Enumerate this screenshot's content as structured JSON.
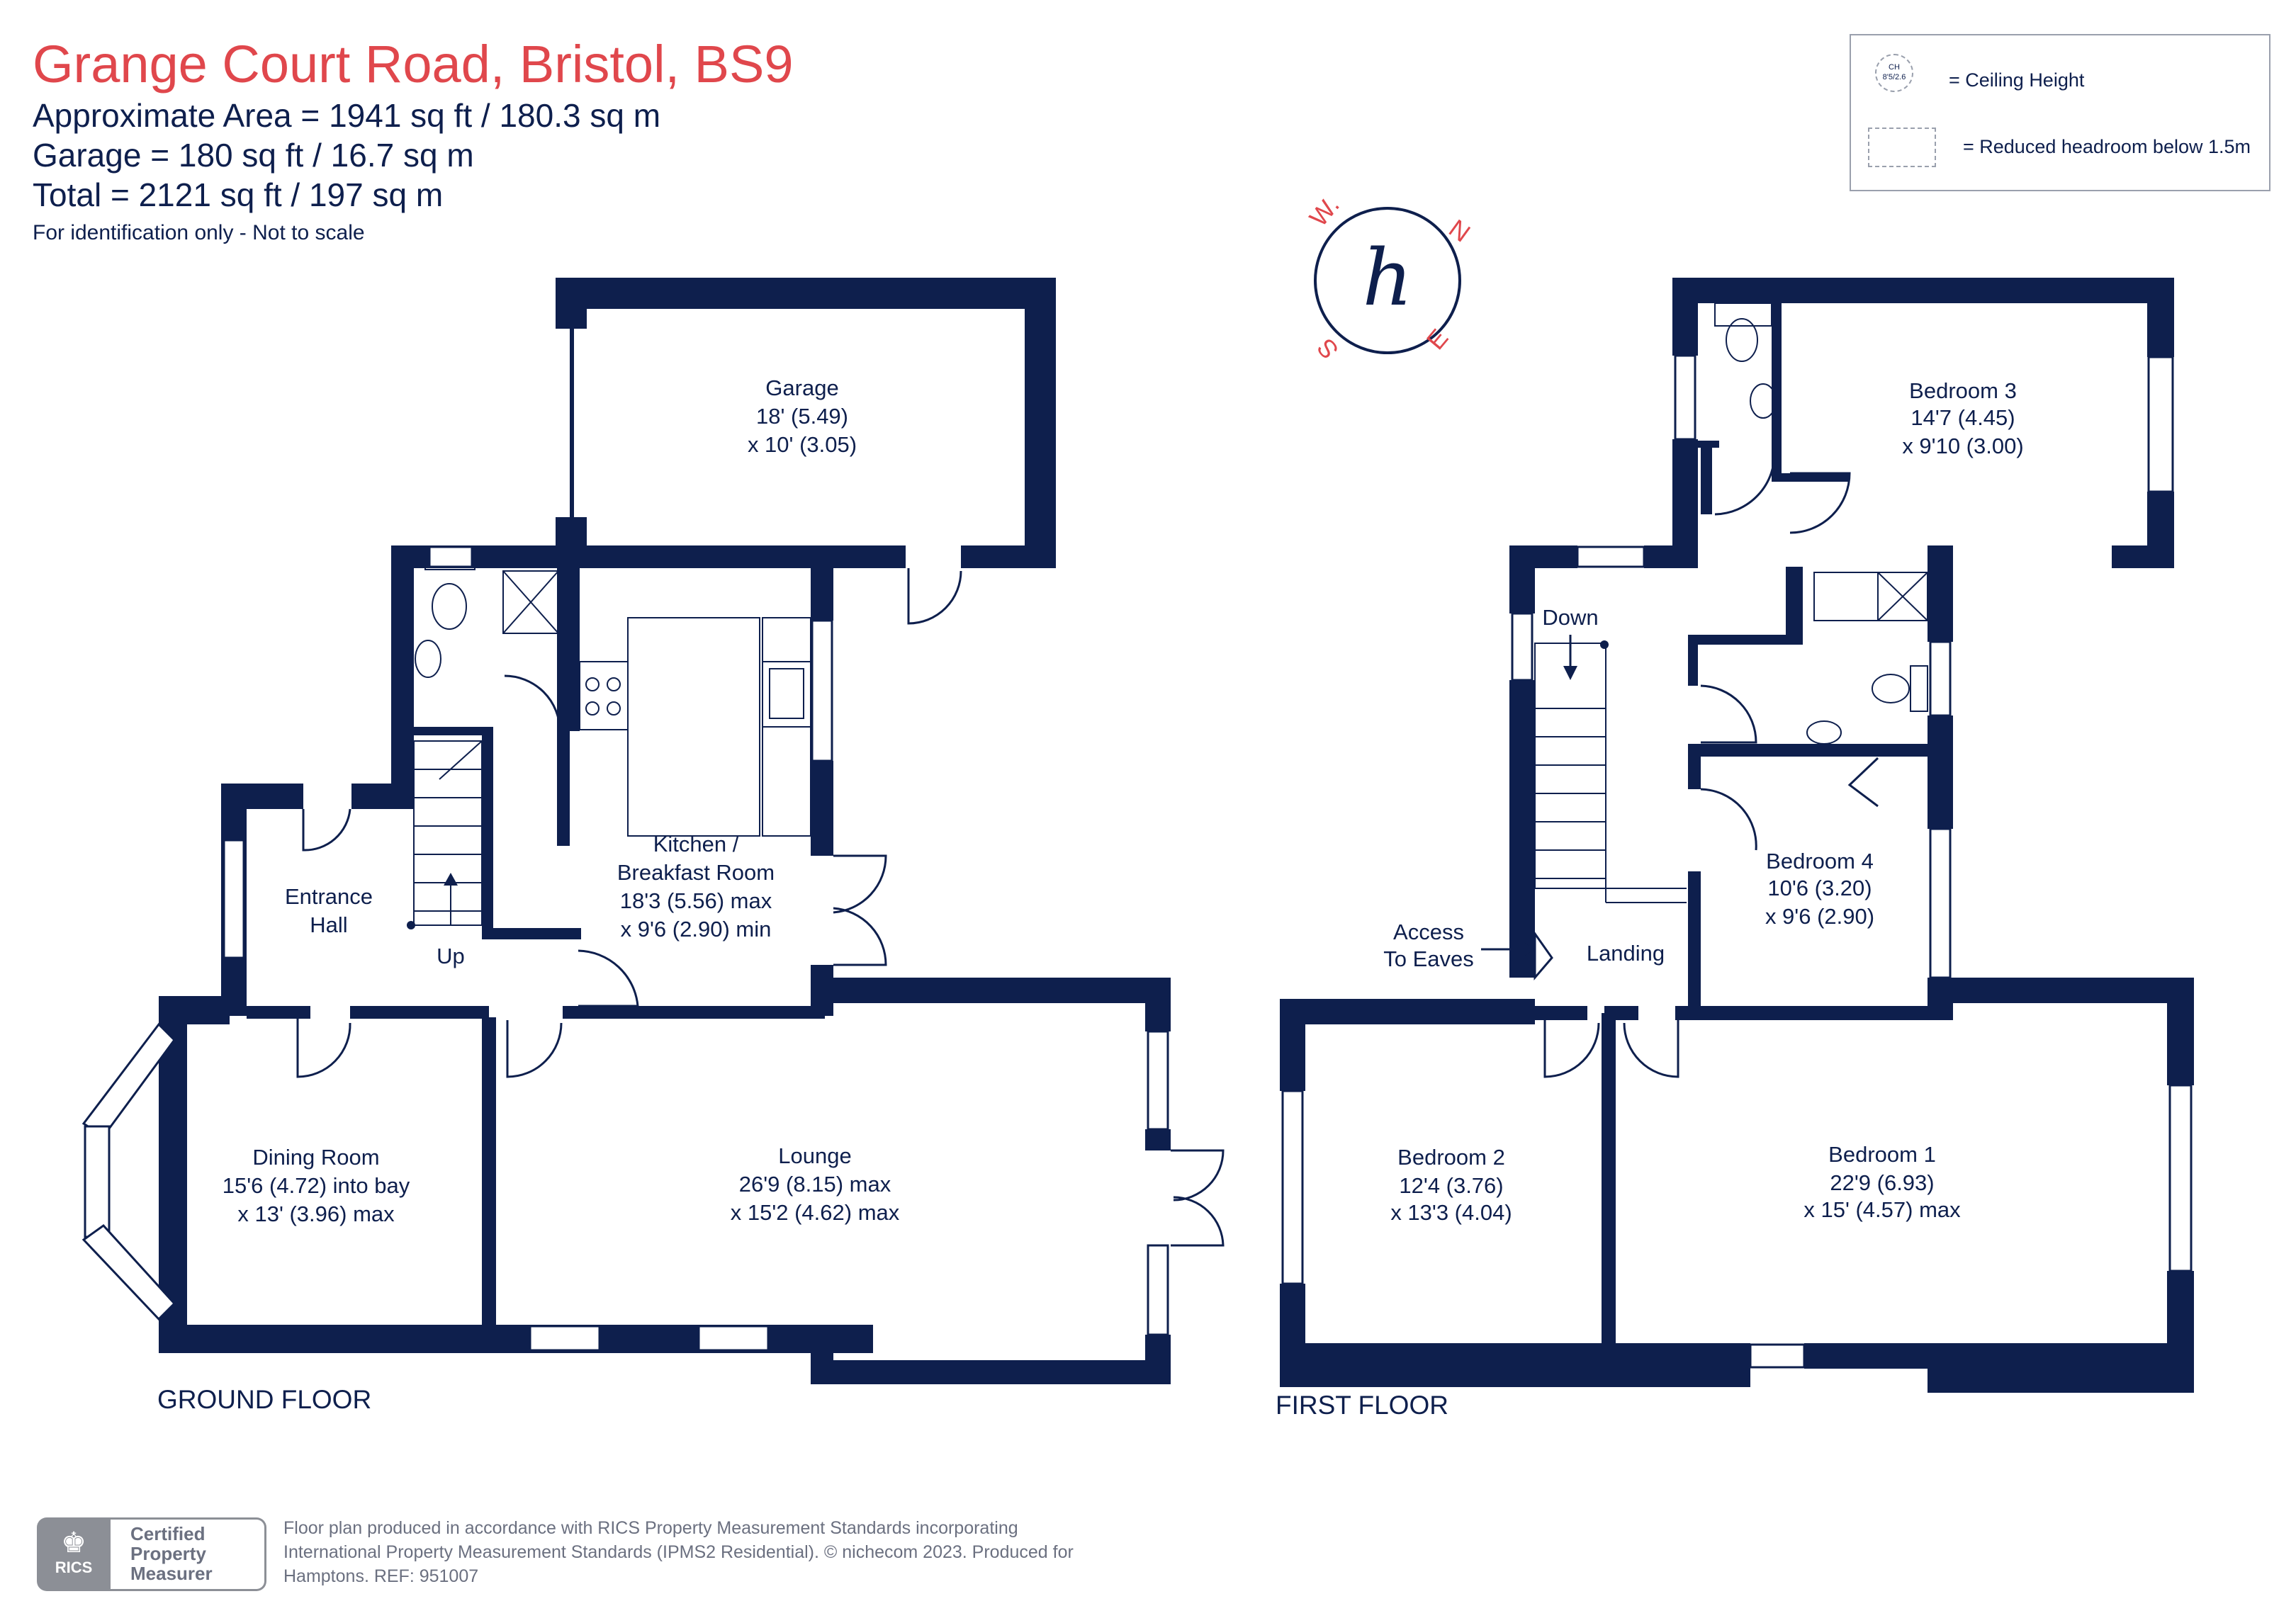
{
  "header": {
    "title": "Grange Court Road, Bristol, BS9",
    "area_line": "Approximate Area = 1941  sq ft / 180.3  sq m",
    "garage_line": "Garage = 180 sq ft / 16.7  sq m",
    "total_line": "Total = 2121 sq ft / 197 sq m",
    "note": "For identification only - Not to scale"
  },
  "legend": {
    "circle_ch": "CH",
    "circle_value": "8'5/2.6",
    "ceiling_label": "= Ceiling Height",
    "headroom_label": "= Reduced headroom below 1.5m"
  },
  "compass": {
    "n": "N",
    "e": "E",
    "s": "S",
    "w": "W.",
    "logo_letter": "h"
  },
  "colors": {
    "wall": "#0e1f4d",
    "title_red": "#e0474c",
    "compass_red": "#e0474c",
    "footer_gray": "#6b7080"
  },
  "ground_floor": {
    "label": "GROUND FLOOR",
    "rooms": {
      "garage": {
        "name": "Garage",
        "dim1": "18' (5.49)",
        "dim2": "x 10' (3.05)"
      },
      "kitchen": {
        "name": "Kitchen /",
        "name2": "Breakfast Room",
        "dim1": "18'3 (5.56) max",
        "dim2": "x 9'6 (2.90) min"
      },
      "entrance": {
        "name": "Entrance",
        "name2": "Hall"
      },
      "stairs_up": "Up",
      "dining": {
        "name": "Dining Room",
        "dim1": "15'6 (4.72) into bay",
        "dim2": "x 13' (3.96) max"
      },
      "lounge": {
        "name": "Lounge",
        "dim1": "26'9 (8.15) max",
        "dim2": "x 15'2 (4.62) max"
      }
    }
  },
  "first_floor": {
    "label": "FIRST FLOOR",
    "rooms": {
      "bedroom3": {
        "name": "Bedroom 3",
        "dim1": "14'7 (4.45)",
        "dim2": "x 9'10 (3.00)"
      },
      "stairs_down": "Down",
      "bedroom4": {
        "name": "Bedroom 4",
        "dim1": "10'6 (3.20)",
        "dim2": "x 9'6 (2.90)"
      },
      "access": {
        "line1": "Access",
        "line2": "To Eaves"
      },
      "landing": "Landing",
      "bedroom2": {
        "name": "Bedroom 2",
        "dim1": "12'4 (3.76)",
        "dim2": "x 13'3 (4.04)"
      },
      "bedroom1": {
        "name": "Bedroom 1",
        "dim1": "22'9 (6.93)",
        "dim2": "x 15' (4.57) max"
      }
    }
  },
  "footer": {
    "badge_line1": "Certified",
    "badge_line2": "Property",
    "badge_line3": "Measurer",
    "rics": "RICS",
    "text_line1": "Floor plan produced in accordance with RICS Property Measurement Standards incorporating",
    "text_line2": "International Property Measurement Standards (IPMS2 Residential).  © nichecom 2023.   Produced for",
    "text_line3": "Hamptons.   REF: 951007"
  }
}
